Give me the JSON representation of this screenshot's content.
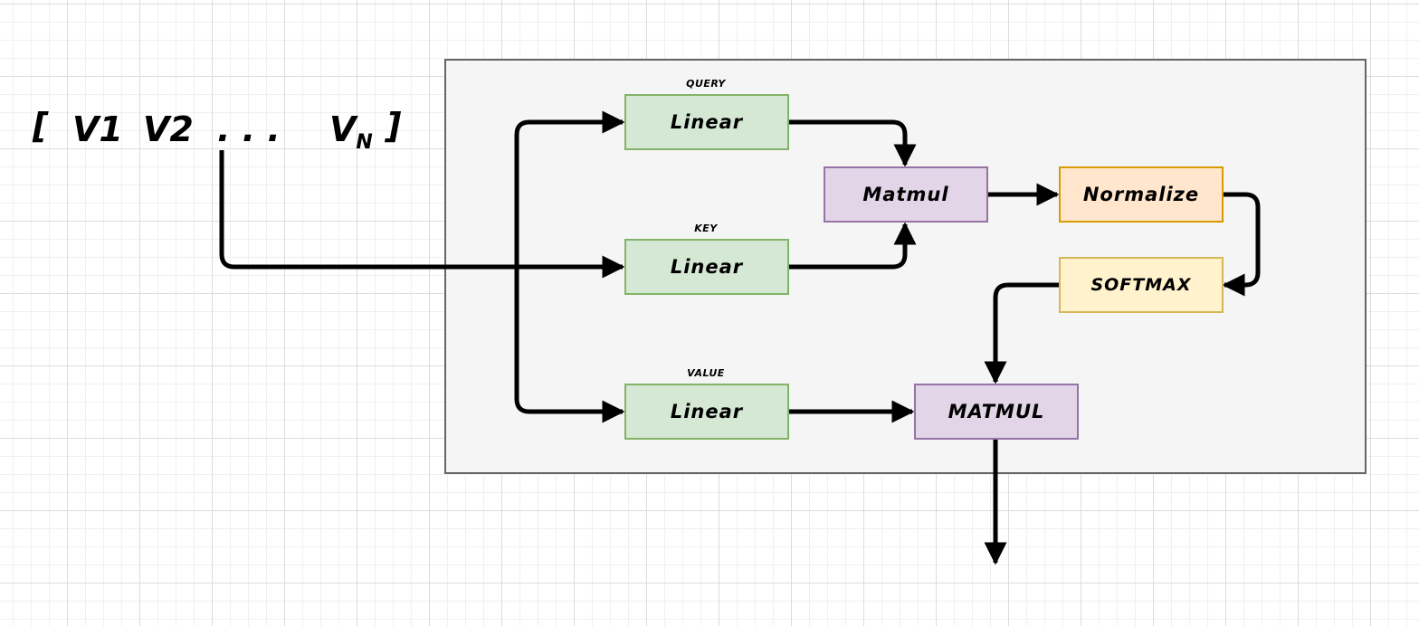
{
  "sequence": {
    "open_bracket": "[",
    "v1": "V1",
    "v2": "V2",
    "dots": ". . .",
    "vn_base": "V",
    "vn_sub": "N",
    "close_bracket": "]"
  },
  "labels": {
    "query": "QUERY",
    "key": "KEY",
    "value": "VALUE"
  },
  "boxes": {
    "linear_query": "Linear",
    "linear_key": "Linear",
    "linear_value": "Linear",
    "matmul_top": "Matmul",
    "normalize": "Normalize",
    "softmax": "SOFTMAX",
    "matmul_bottom": "MATMUL"
  },
  "colors": {
    "linear_fill": "#d5e8d4",
    "linear_stroke": "#82b366",
    "matmul_fill": "#e1d5e7",
    "matmul_stroke": "#9673a6",
    "normalize_fill": "#ffe6cc",
    "normalize_stroke": "#d79b00",
    "softmax_fill": "#fff2cc",
    "softmax_stroke": "#d6b656",
    "container_fill": "#f5f5f5",
    "container_stroke": "#666666",
    "wire": "#000000"
  }
}
